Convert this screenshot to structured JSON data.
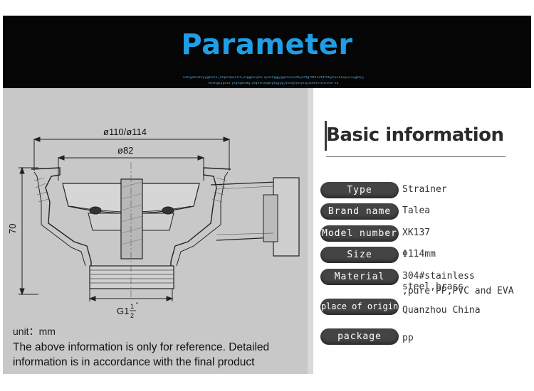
{
  "header": {
    "title": "Parameter",
    "subtitle_line1": "nahgehsbhyyghshk jshpndpsclsn,ihggsnsjhk ljliihhggyggsnnnodfyddfgfdfdsdfdfhhyhsukaujiuiiujghkjj",
    "subtitle_line2": "shshgsypssv jhghgksdg jhghsnjhghghjgyg,hsnghjhsjhsjukihiliiisnsinin sa"
  },
  "drawing": {
    "dim_outer": "ø110/ø114",
    "dim_inner": "ø82",
    "dim_height": "70",
    "dim_thread_prefix": "G1",
    "dim_thread_num": "1",
    "dim_thread_den": "2",
    "dim_thread_mark": "\""
  },
  "footer": {
    "unit": "unit：mm",
    "note": "The above information is only for reference. Detailed information is in accordance with the final product"
  },
  "basic": {
    "title": "Basic information",
    "rows": [
      {
        "label": "Type",
        "value": "Strainer"
      },
      {
        "label": "Brand name",
        "value": "Talea"
      },
      {
        "label": "Model number",
        "value": "XK137"
      },
      {
        "label": "Size",
        "value": "Φ114mm"
      },
      {
        "label": "Material",
        "value": "304#stainless steel,brass",
        "value2": ",pure PP,PVC and EVA"
      },
      {
        "label": "place of origin",
        "value": "Quanzhou China"
      },
      {
        "label": "package",
        "value": "pp"
      }
    ]
  },
  "colors": {
    "title_blue": "#1e9ee6",
    "pill_dark": "#444444",
    "panel_gray": "#c8c8c8"
  }
}
